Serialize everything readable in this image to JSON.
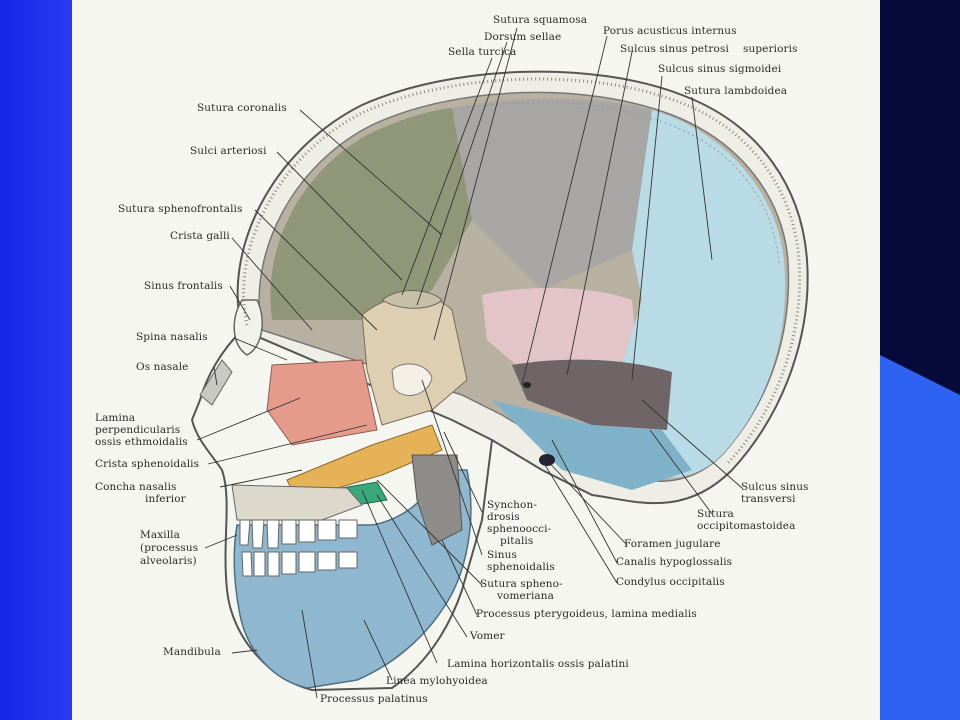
{
  "slide": {
    "colors": {
      "frame_blue": "#1a2bd6",
      "frame_dark": "#07093a",
      "plate_bg": "#f6f6f1"
    }
  },
  "labels": {
    "sutura_squamosa": "Sutura squamosa",
    "dorsum_sellae": "Dorsum sellae",
    "sella_turcica": "Sella turcica",
    "porus_acusticus": "Porus acusticus internus",
    "sulcus_petrosi": "Sulcus sinus petrosi",
    "superioris": "superioris",
    "sulcus_sigmoidei": "Sulcus sinus sigmoidei",
    "sutura_lambdoidea": "Sutura lambdoidea",
    "sutura_coronalis": "Sutura coronalis",
    "sulci_arteriosi": "Sulci arteriosi",
    "sutura_sphenofrontalis": "Sutura sphenofrontalis",
    "crista_galli": "Crista galli",
    "sinus_frontalis": "Sinus frontalis",
    "spina_nasalis": "Spina nasalis",
    "os_nasale": "Os nasale",
    "lamina_perp_1": "Lamina",
    "lamina_perp_2": "perpendicularis",
    "lamina_perp_3": "ossis ethmoidalis",
    "crista_sphenoidalis": "Crista sphenoidalis",
    "concha_1": "Concha nasalis",
    "concha_2": "inferior",
    "maxilla_1": "Maxilla",
    "maxilla_2": "(processus",
    "maxilla_3": "alveolaris)",
    "mandibula": "Mandibula",
    "synchon_1": "Synchon-",
    "synchon_2": "drosis",
    "synchon_3": "sphenoocci-",
    "synchon_4": "pitalis",
    "sinus_sph_1": "Sinus",
    "sinus_sph_2": "sphenoidalis",
    "sut_sphvom_1": "Sutura spheno-",
    "sut_sphvom_2": "vomeriana",
    "foramen_jugulare": "Foramen jugulare",
    "canalis_hypoglossalis": "Canalis hypoglossalis",
    "condylus_occipitalis": "Condylus occipitalis",
    "sulcus_transversi_1": "Sulcus sinus",
    "sulcus_transversi_2": "transversi",
    "sut_occmast_1": "Sutura",
    "sut_occmast_2": "occipitomastoidea",
    "processus_pterygoideus": "Processus pterygoideus, lamina medialis",
    "vomer": "Vomer",
    "lamina_horizontalis": "Lamina horizontalis ossis palatini",
    "linea_mylohyoidea": "Linea mylohyoidea",
    "processus_palatinus": "Processus palatinus"
  }
}
